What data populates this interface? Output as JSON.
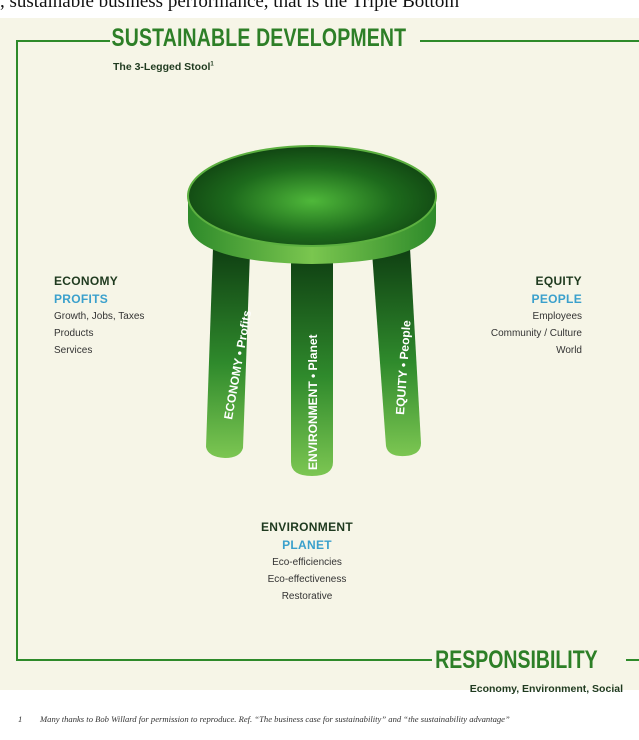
{
  "header_text": ", sustainable business performance, that is the Triple Bottom",
  "title": "SUSTAINABLE DEVELOPMENT",
  "subtitle": "The 3-Legged Stool",
  "subtitle_sup": "1",
  "economy": {
    "heading": "ECONOMY",
    "subheading": "PROFITS",
    "items": [
      "Growth, Jobs, Taxes",
      "Products",
      "Services"
    ]
  },
  "equity": {
    "heading": "EQUITY",
    "subheading": "PEOPLE",
    "items": [
      "Employees",
      "Community / Culture",
      "World"
    ]
  },
  "environment": {
    "heading": "ENVIRONMENT",
    "subheading": "PLANET",
    "items": [
      "Eco-efficiencies",
      "Eco-effectiveness",
      "Restorative"
    ]
  },
  "legs": {
    "left": "ECONOMY • Profits",
    "middle": "ENVIRONMENT • Planet",
    "right": "EQUITY • People"
  },
  "responsibility": {
    "title": "RESPONSIBILITY",
    "subtitle": "Economy, Environment, Social"
  },
  "footnote": {
    "number": "1",
    "text": "Many thanks to Bob Willard for permission to reproduce. Ref. “The business case for sustainability” and “the sustainability advantage”"
  },
  "colors": {
    "accent_green": "#2d7f27",
    "accent_blue": "#3aa0cc",
    "panel_bg": "#f6f5e7"
  }
}
